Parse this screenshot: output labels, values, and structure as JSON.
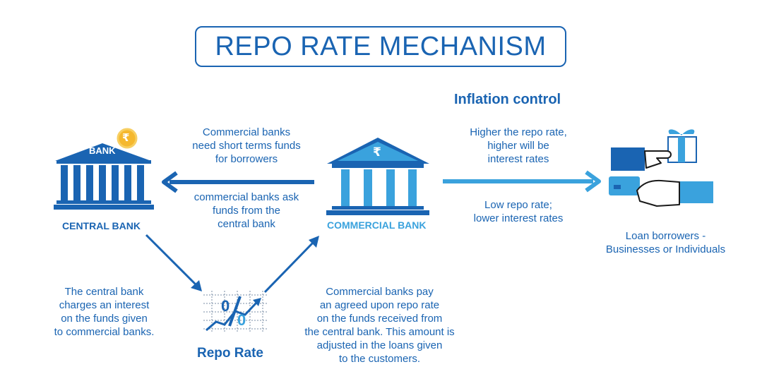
{
  "title": "REPO RATE MECHANISM",
  "inflation_heading": "Inflation control",
  "central_bank": {
    "sign": "BANK",
    "label": "CENTRAL BANK",
    "coin_symbol": "₹"
  },
  "commercial_bank": {
    "label": "COMMERCIAL BANK",
    "roof_symbol": "₹"
  },
  "repo_rate": {
    "label": "Repo Rate",
    "symbol_top": "%",
    "symbol_digit_a": "0",
    "symbol_digit_b": "0"
  },
  "arrow_text": {
    "need_funds": [
      "Commercial banks",
      "need short terms funds",
      "for borrowers"
    ],
    "ask_funds": [
      "commercial banks ask",
      "funds from the",
      "central bank"
    ],
    "higher_rate": [
      "Higher the repo rate,",
      "higher will be",
      "interest rates"
    ],
    "low_rate": [
      "Low repo rate;",
      "lower interest rates"
    ]
  },
  "central_bank_note": [
    "The central bank",
    "charges an interest",
    "on the funds given",
    "to commercial banks."
  ],
  "commercial_bank_note": [
    "Commercial banks pay",
    "an agreed upon repo rate",
    "on the funds received from",
    "the central bank. This amount is",
    "adjusted in the loans given",
    "to the customers."
  ],
  "borrowers": [
    "Loan borrowers -",
    "Businesses or Individuals"
  ],
  "colors": {
    "dark_blue": "#1a64b2",
    "light_blue": "#3aa2dd",
    "coin": "#f5b82e"
  }
}
